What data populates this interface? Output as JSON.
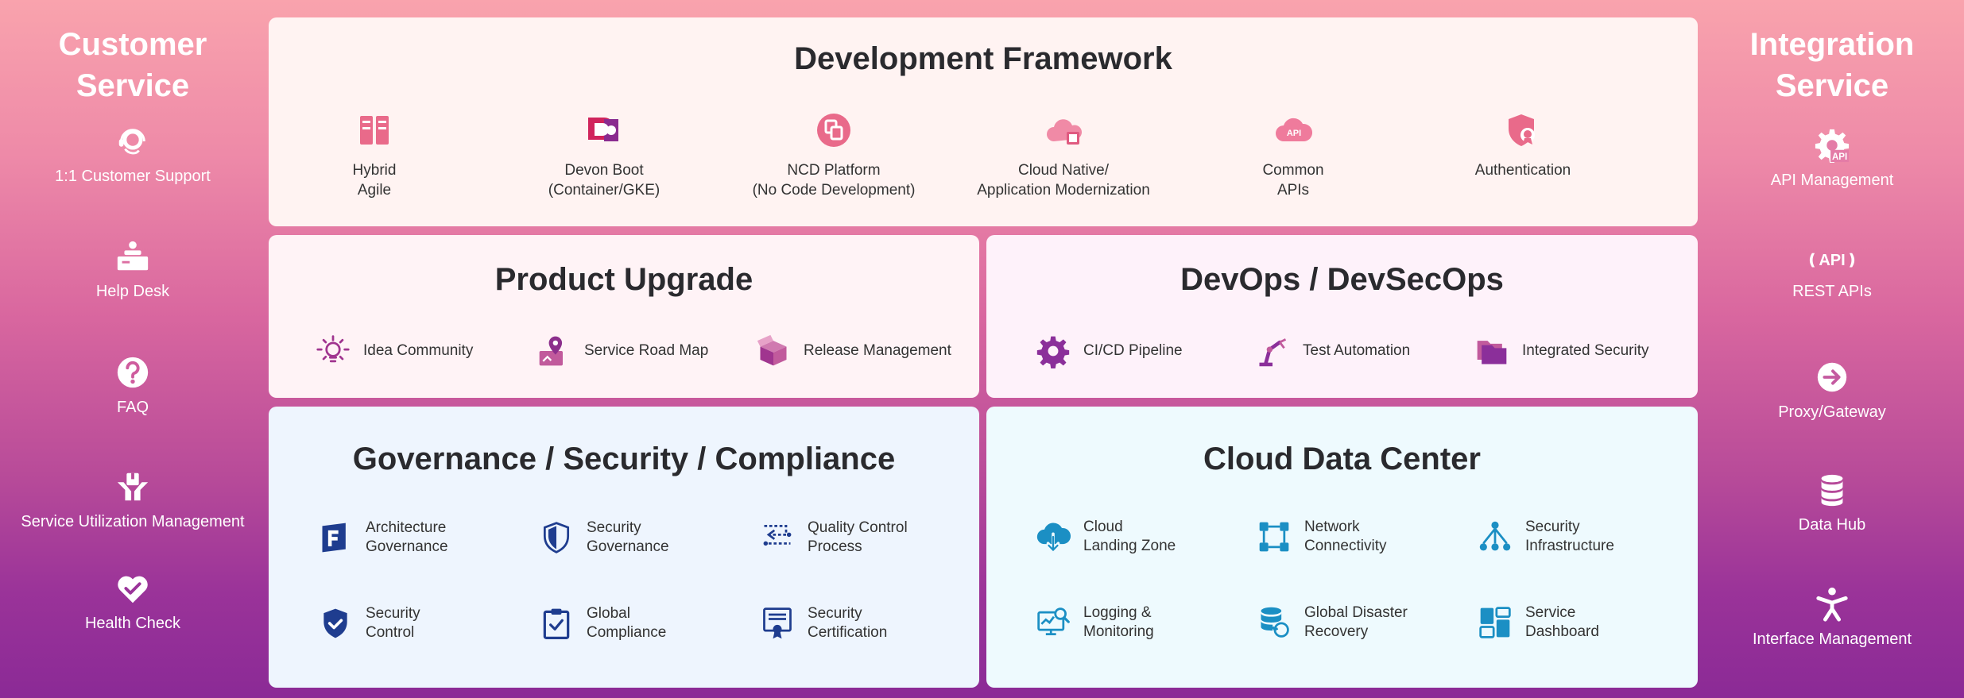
{
  "left": {
    "title_line1": "Customer",
    "title_line2": "Service",
    "items": [
      {
        "label": "1:1 Customer Support",
        "icon": "headset-icon"
      },
      {
        "label": "Help Desk",
        "icon": "desk-icon"
      },
      {
        "label": "FAQ",
        "icon": "question-icon"
      },
      {
        "label": "Service Utilization Management",
        "icon": "hands-box-icon"
      },
      {
        "label": "Health Check",
        "icon": "heart-check-icon"
      }
    ]
  },
  "right": {
    "title_line1": "Integration",
    "title_line2": "Service",
    "items": [
      {
        "label": "API Management",
        "icon": "gear-api-icon",
        "icon_text": "API"
      },
      {
        "label": "REST APIs",
        "icon": "rest-api-icon",
        "icon_text": "❪API❫"
      },
      {
        "label": "Proxy/Gateway",
        "icon": "arrow-circle-icon"
      },
      {
        "label": "Data Hub",
        "icon": "database-icon"
      },
      {
        "label": "Interface Management",
        "icon": "person-icon"
      }
    ]
  },
  "dev": {
    "title": "Development Framework",
    "items": [
      {
        "line1": "Hybrid",
        "line2": "Agile",
        "icon": "books-icon"
      },
      {
        "line1": "Devon Boot",
        "line2": "(Container/GKE)",
        "icon": "devon-logo-icon"
      },
      {
        "line1": "NCD Platform",
        "line2": "(No Code Development)",
        "icon": "copy-circle-icon"
      },
      {
        "line1": "Cloud Native/",
        "line2": "Application Modernization",
        "icon": "cloud-box-icon"
      },
      {
        "line1": "Common",
        "line2": "APIs",
        "icon": "cloud-api-icon",
        "icon_text": "API"
      },
      {
        "line1": "Authentication",
        "line2": "",
        "icon": "shield-badge-icon"
      }
    ]
  },
  "product": {
    "title": "Product Upgrade",
    "items": [
      {
        "label": "Idea Community",
        "icon": "bulb-icon"
      },
      {
        "label": "Service Road Map",
        "icon": "map-pin-icon"
      },
      {
        "label": "Release Management",
        "icon": "open-box-icon"
      }
    ]
  },
  "devops": {
    "title": "DevOps / DevSecOps",
    "items": [
      {
        "label": "CI/CD Pipeline",
        "icon": "gear-icon"
      },
      {
        "label": "Test Automation",
        "icon": "robot-arm-icon"
      },
      {
        "label": "Integrated Security",
        "icon": "folders-icon"
      }
    ]
  },
  "gov": {
    "title": "Governance / Security / Compliance",
    "items": [
      {
        "line1": "Architecture",
        "line2": "Governance",
        "icon": "architecture-icon"
      },
      {
        "line1": "Security",
        "line2": "Governance",
        "icon": "shield-half-icon"
      },
      {
        "line1": "Quality Control",
        "line2": "Process",
        "icon": "process-icon"
      },
      {
        "line1": "Security",
        "line2": "Control",
        "icon": "shield-check-icon"
      },
      {
        "line1": "Global",
        "line2": "Compliance",
        "icon": "clipboard-check-icon"
      },
      {
        "line1": "Security",
        "line2": "Certification",
        "icon": "certificate-icon"
      }
    ]
  },
  "cloud": {
    "title": "Cloud Data Center",
    "items": [
      {
        "line1": "Cloud",
        "line2": "Landing Zone",
        "icon": "cloud-download-icon"
      },
      {
        "line1": "Network",
        "line2": "Connectivity",
        "icon": "network-icon"
      },
      {
        "line1": "Security",
        "line2": "Infrastructure",
        "icon": "hierarchy-icon"
      },
      {
        "line1": "Logging &",
        "line2": "Monitoring",
        "icon": "monitor-search-icon"
      },
      {
        "line1": "Global Disaster",
        "line2": "Recovery",
        "icon": "database-restore-icon"
      },
      {
        "line1": "Service",
        "line2": "Dashboard",
        "icon": "dashboard-icon"
      }
    ]
  },
  "colors": {
    "dev_icon": "#e96a8a",
    "product_icon": "#a0358f",
    "devops_icon": "#8b2f9a",
    "gov_icon": "#1f3d8f",
    "cloud_icon": "#1b8fc4"
  }
}
